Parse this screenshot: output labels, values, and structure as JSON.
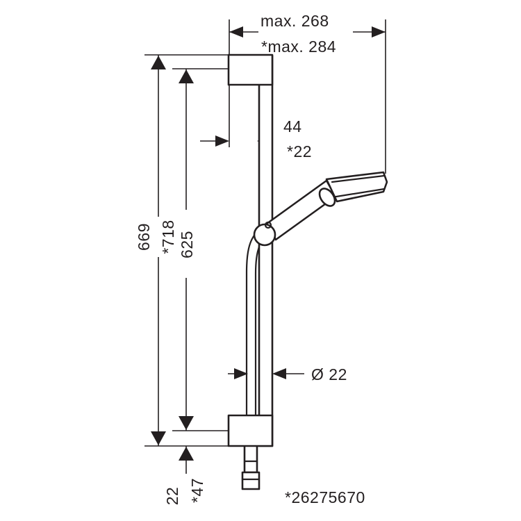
{
  "dimensions": {
    "max_width": "max. 268",
    "max_width_alt": "*max. 284",
    "wall_offset": "44",
    "wall_offset_alt": "*22",
    "total_height": "669",
    "total_height_alt": "*718",
    "bracket_spacing": "625",
    "bottom_offset": "22",
    "bottom_offset_alt": "*47",
    "rail_diameter": "Ø 22"
  },
  "article_number": "*26275670",
  "line_color": "#231f20",
  "background_color": "#ffffff"
}
